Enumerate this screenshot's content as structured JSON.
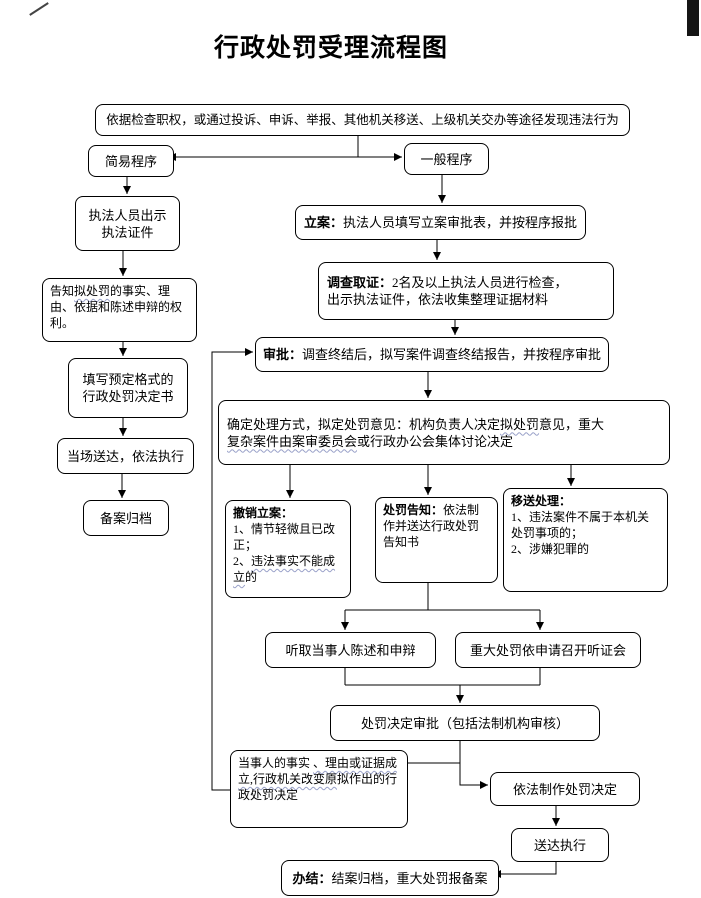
{
  "page": {
    "title": "行政处罚受理流程图"
  },
  "nodes": {
    "discover": {
      "text": "依据检查职权，或通过投诉、申诉、举报、其他机关移送、上级机关交办等途径发现违法行为"
    },
    "simple": {
      "text": "简易程序"
    },
    "general": {
      "text": "一般程序"
    },
    "show_credentials": {
      "line1": "执法人员出示",
      "line2": "执法证件"
    },
    "inform": {
      "pre": "告知",
      "wavy": "拟处罚",
      "post": "的事实、理由、依据和陈述申辩的权利。"
    },
    "fill_decision": {
      "line1": "填写预定格式的",
      "line2": "行政处罚决定书"
    },
    "onsite": {
      "text": "当场送达，依法执行"
    },
    "archive": {
      "text": "备案归档"
    },
    "file_case": {
      "label": "立案：",
      "text": "执法人员填写立案审批表，并按程序报批"
    },
    "investigate": {
      "label": "调查取证：",
      "line1": "2名及以上执法人员进行检查，",
      "line2": "出示执法证件，依法收集整理证据材料"
    },
    "approve": {
      "label": "审批：",
      "text": "调查终结后，拟写案件调查终结报告，并按程序审批"
    },
    "determine": {
      "pre": "确定处理方式，拟定处罚意见：机构负责人决定",
      "wavy1": "拟处罚",
      "mid": "意见，重大",
      "wavy2": "复杂案件由案审委员会",
      "post": "或行政办公会集体讨论决定"
    },
    "withdraw": {
      "label": "撤销立案：",
      "item1": "1、情节轻微且已改正；",
      "item2_pre": "2、",
      "item2_wavy": "违法事实不能成立",
      "item2_post": "的"
    },
    "notify": {
      "label": "处罚告知：",
      "text": "依法制作并送达行政处罚告知书"
    },
    "transfer": {
      "label": "移送处理：",
      "item1": "1、违法案件不属于本机关处罚事项的；",
      "item2": "2、涉嫌犯罪的"
    },
    "hear_statement": {
      "text": "听取当事人陈述和申辩"
    },
    "hearing": {
      "text": "重大处罚依申请召开听证会"
    },
    "decision_approval": {
      "text": "处罚决定审批（包括法制机构审核）"
    },
    "change_decision": {
      "pre": "当事人的事实 ",
      "wavy": "、理由或证据成立,行政机关改变原",
      "post": "拟作出的行政处罚决定"
    },
    "make_decision": {
      "text": "依法制作处罚决定"
    },
    "deliver_execute": {
      "text": "送达执行"
    },
    "close_case": {
      "label": "办结：",
      "text": "结案归档，重大处罚报备案"
    }
  },
  "colors": {
    "line": "#000000",
    "box_border": "#000000",
    "background": "#ffffff",
    "squiggle": "#98a0c8"
  }
}
